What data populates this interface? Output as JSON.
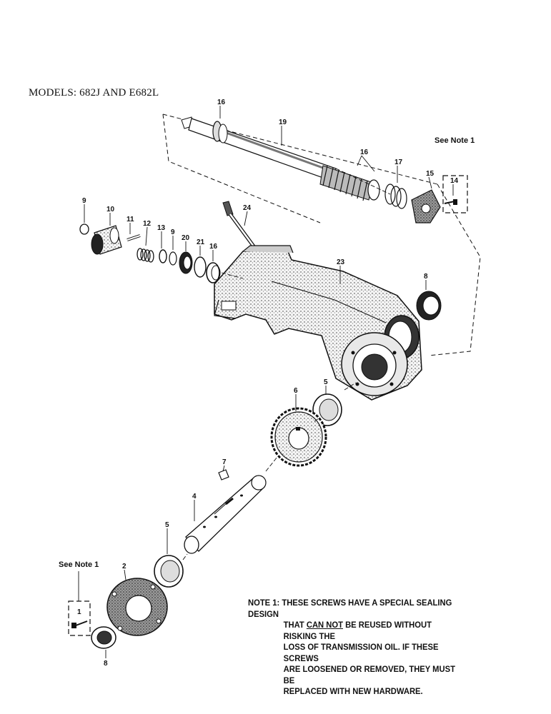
{
  "header": {
    "models_text": "MODELS: 682J AND E682L"
  },
  "labels": {
    "p1": "1",
    "p2": "2",
    "p4": "4",
    "p5a": "5",
    "p5b": "5",
    "p6": "6",
    "p7": "7",
    "p8a": "8",
    "p8b": "8",
    "p9a": "9",
    "p9b": "9",
    "p10": "10",
    "p11": "11",
    "p12": "12",
    "p13": "13",
    "p14": "14",
    "p15": "15",
    "p16a": "16",
    "p16b": "16",
    "p16c": "16",
    "p17": "17",
    "p19": "19",
    "p20": "20",
    "p21": "21",
    "p23": "23",
    "p24": "24"
  },
  "see_note_top": "See Note 1",
  "see_note_bottom": "See Note 1",
  "note": {
    "prefix": "NOTE 1:",
    "line1": "THESE SCREWS HAVE A SPECIAL SEALING DESIGN",
    "line2_pre": "THAT ",
    "line2_u": "CAN NOT",
    "line2_post": " BE REUSED WITHOUT RISKING THE",
    "line3": "LOSS OF TRANSMISSION OIL.  IF THESE SCREWS",
    "line4": "ARE LOOSENED OR REMOVED, THEY MUST BE",
    "line5": "REPLACED WITH NEW HARDWARE."
  }
}
